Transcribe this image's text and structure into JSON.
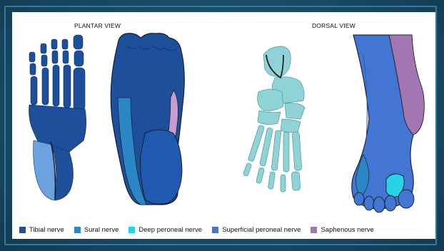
{
  "views": {
    "plantar": "PLANTAR VIEW",
    "dorsal": "DORSAL VIEW"
  },
  "legend": [
    {
      "label": "Tibial nerve",
      "color": "#1d4f9a"
    },
    {
      "label": "Sural nerve",
      "color": "#2a86c4"
    },
    {
      "label": "Deep peroneal nerve",
      "color": "#27d3e6"
    },
    {
      "label": "Superficial peroneal nerve",
      "color": "#4276d2"
    },
    {
      "label": "Saphenous nerve",
      "color": "#a276b0"
    }
  ],
  "colors": {
    "background": "#1b4c66",
    "frame": "#2f7aa0",
    "bone_dorsal": "#8fd3d6"
  }
}
